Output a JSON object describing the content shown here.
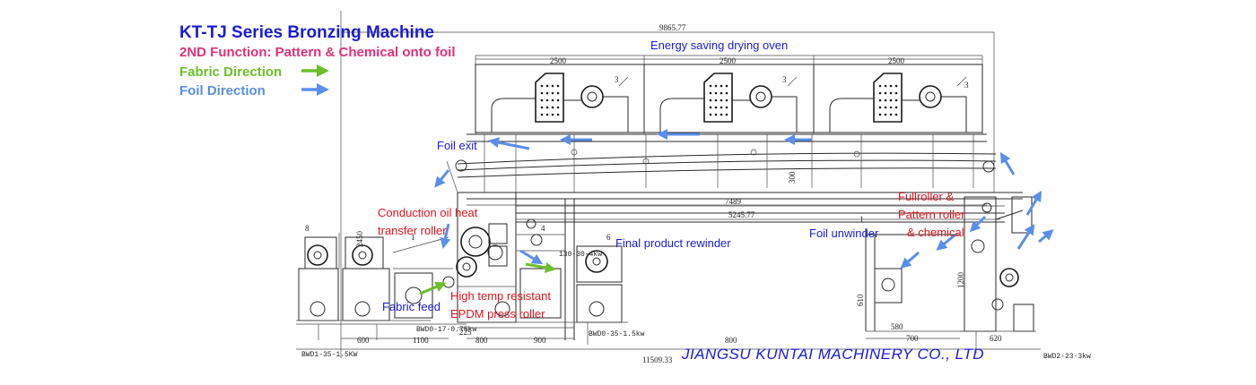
{
  "header": {
    "title": "KT-TJ Series Bronzing Machine",
    "subtitle": "2ND Function: Pattern & Chemical onto foil",
    "legend_fabric": "Fabric Direction",
    "legend_foil": "Foil Direction"
  },
  "labels": {
    "oven": "Energy saving drying oven",
    "foil_exit": "Foil exit",
    "conduction_line1": "Conduction oil heat",
    "conduction_line2": "transfer roller",
    "final_rewinder": "Final product rewinder",
    "foil_unwinder": "Foil unwinder",
    "fullroller_line1": "Fullroller &",
    "fullroller_line2": "Pattern roller",
    "fullroller_line3": "& chemical",
    "high_temp_line1": "High temp resistant",
    "high_temp_line2": "EPDM press roller",
    "fabric_feed": "Fabric feed",
    "company": "JIANGSU KUNTAI MACHINERY CO., LTD"
  },
  "dimensions": {
    "overall_width": "9865.77",
    "oven_section": "2500",
    "length_7489": "7489",
    "length_5245": "5245.77",
    "total_length": "11509.33",
    "d1100": "1100",
    "d600": "600",
    "d225": "225",
    "d800": "800",
    "d900": "900",
    "d580": "580",
    "d700": "700",
    "d620": "620",
    "h2450": "2450",
    "h610": "610",
    "h1200": "1200",
    "h300": "300",
    "motor1": "BWD1-35-1.5KW",
    "motor2": "BWD0-17-0.75kw",
    "motor3": "BWD0-35-1.5kw",
    "motor4": "BWD2-23-3kw",
    "motor5": "130-30-4kw",
    "tag1": "1",
    "tag3": "3",
    "tag4": "4",
    "tag6": "6",
    "tag8": "8"
  },
  "colors": {
    "title": "#1a1ad8",
    "subtitle": "#e0307a",
    "fabric_arrow": "#6cbf2a",
    "foil_arrow": "#5a8ee8",
    "callout": "#e0141e",
    "label_blue": "#1a1ad8"
  }
}
